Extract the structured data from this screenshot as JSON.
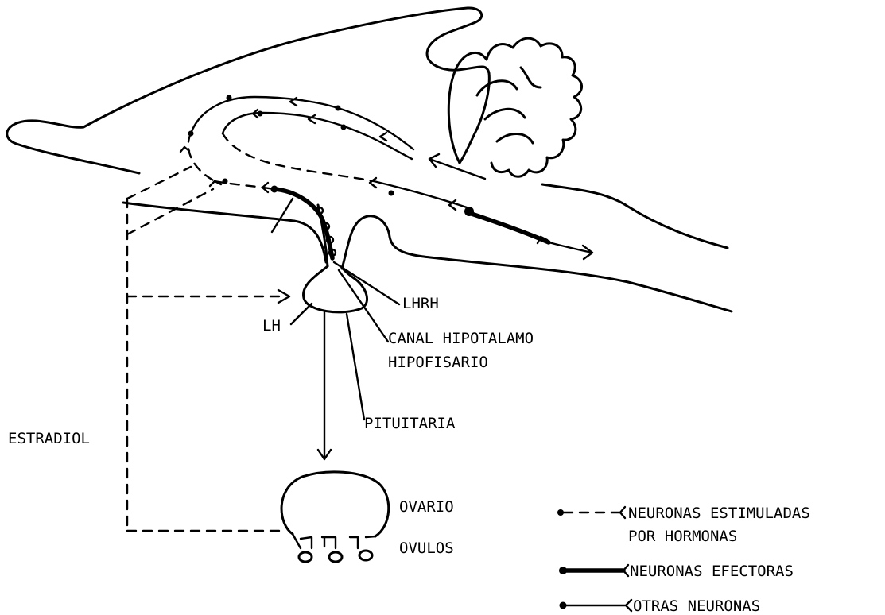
{
  "labels": {
    "lhrh": "LHRH",
    "lh": "LH",
    "canal_line1": "CANAL HIPOTALAMO",
    "canal_line2": "HIPOFISARIO",
    "pituitaria": "PITUITARIA",
    "estradiol": "ESTRADIOL",
    "ovario": "OVARIO",
    "ovulos": "OVULOS"
  },
  "legend": [
    {
      "kind": "dashed",
      "line1": "NEURONAS ESTIMULADAS",
      "line2": "POR HORMONAS"
    },
    {
      "kind": "thick",
      "line1": "NEURONAS EFECTORAS"
    },
    {
      "kind": "thin",
      "line1": "OTRAS NEURONAS"
    }
  ]
}
